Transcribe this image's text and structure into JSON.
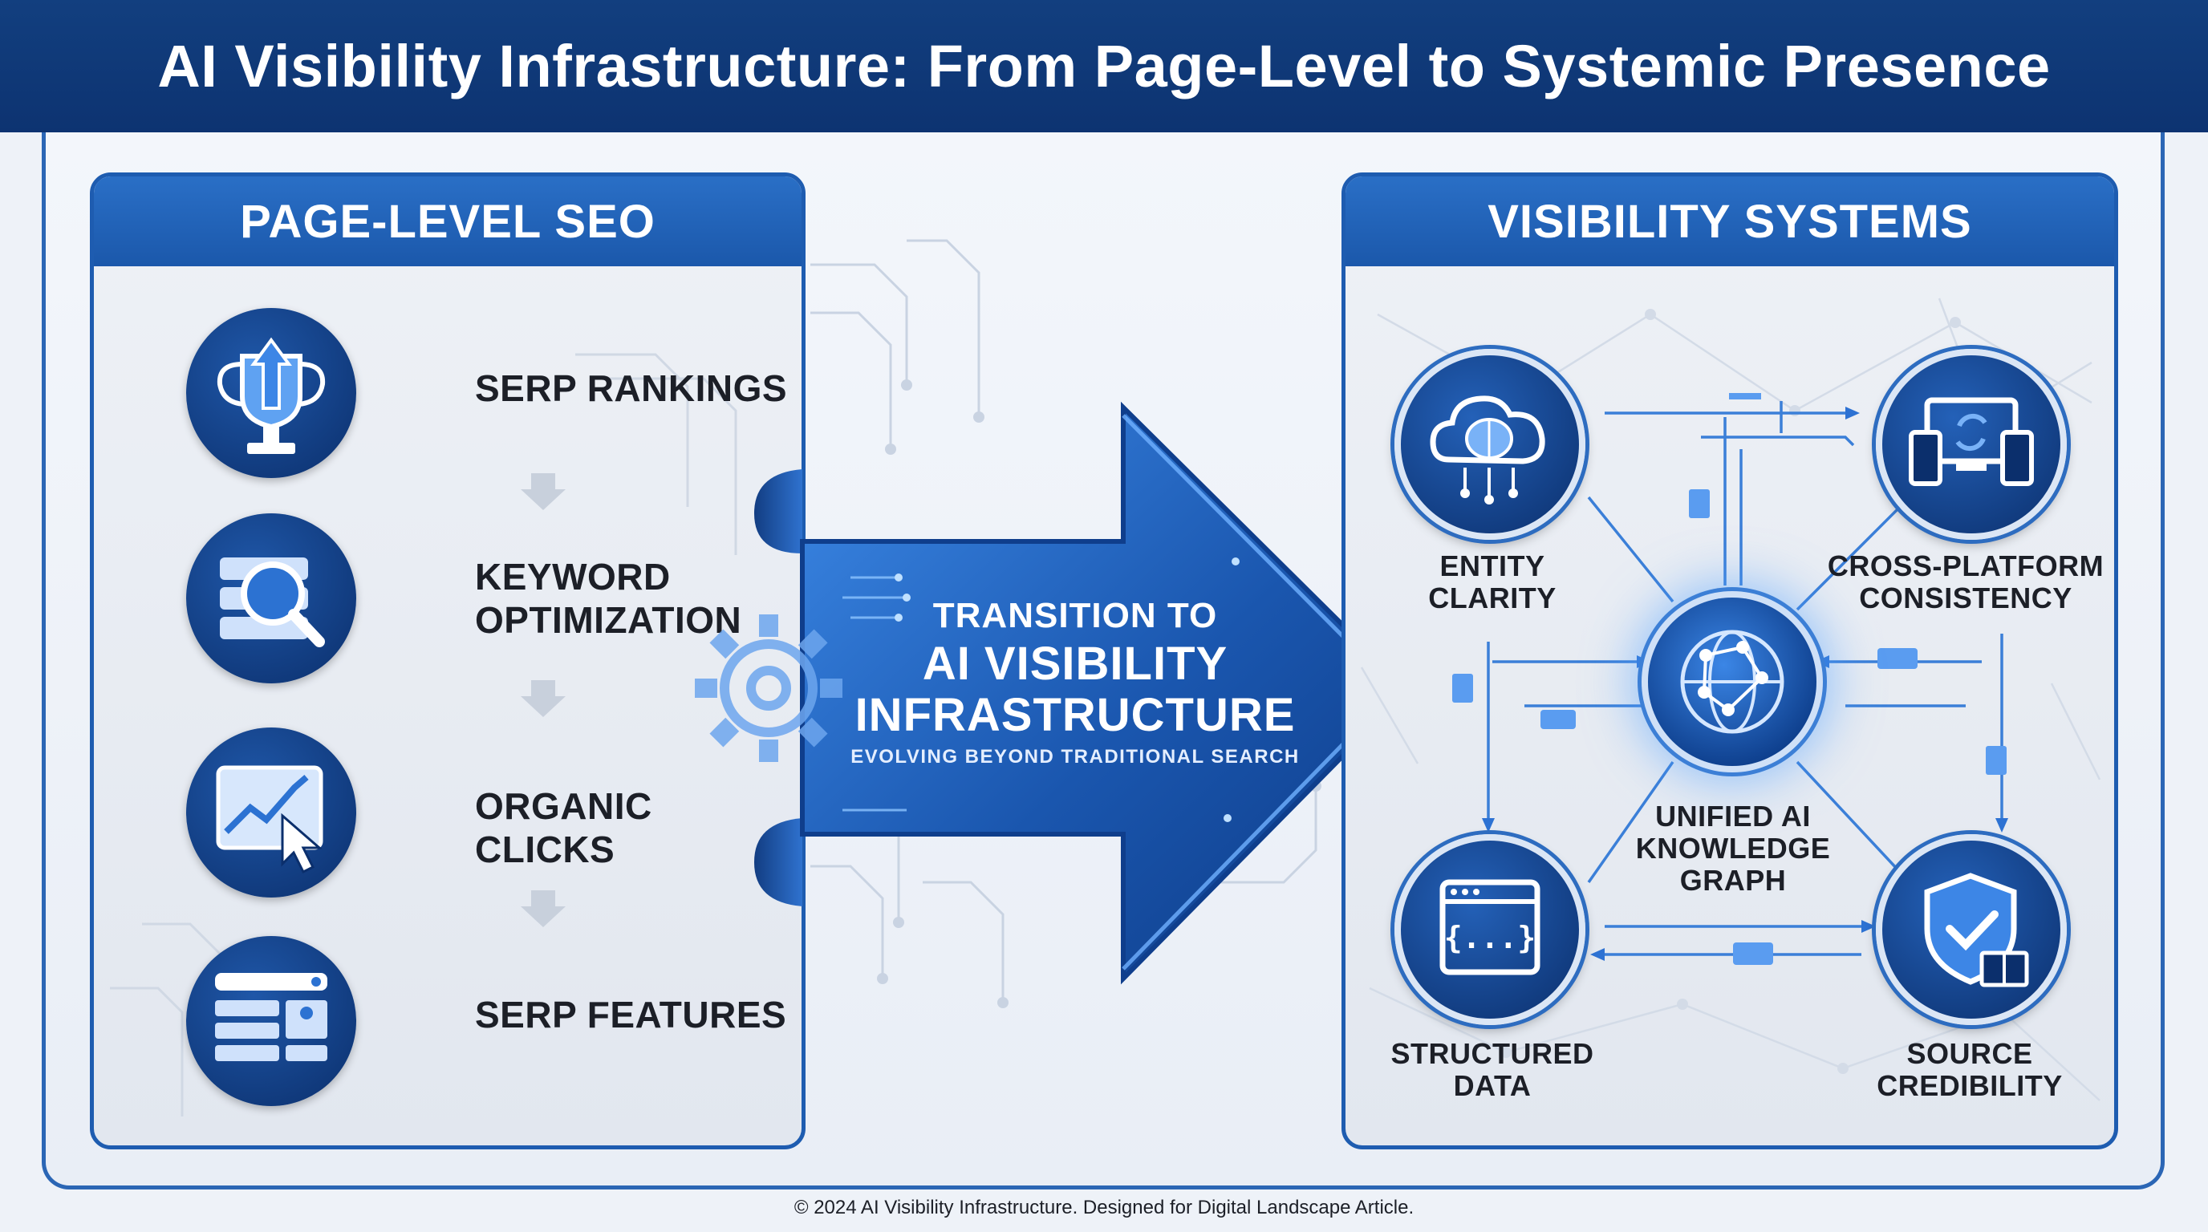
{
  "title": "AI Visibility Infrastructure: From Page-Level to Systemic Presence",
  "left_panel": {
    "title": "PAGE-LEVEL SEO",
    "items": [
      {
        "label": "SERP RANKINGS",
        "icon": "trophy-icon"
      },
      {
        "label": "KEYWORD\nOPTIMIZATION",
        "icon": "keyword-search-icon"
      },
      {
        "label": "ORGANIC CLICKS",
        "icon": "chart-cursor-icon"
      },
      {
        "label": "SERP FEATURES",
        "icon": "search-results-icon"
      }
    ]
  },
  "transition": {
    "line1": "TRANSITION TO",
    "line2": "AI VISIBILITY",
    "line3": "INFRASTRUCTURE",
    "subtitle": "EVOLVING BEYOND TRADITIONAL SEARCH"
  },
  "right_panel": {
    "title": "VISIBILITY SYSTEMS",
    "hub_label": "UNIFIED AI\nKNOWLEDGE\nGRAPH",
    "nodes": [
      {
        "label": "ENTITY\nCLARITY",
        "icon": "cloud-brain-icon"
      },
      {
        "label": "CROSS-PLATFORM\nCONSISTENCY",
        "icon": "devices-sync-icon"
      },
      {
        "label": "STRUCTURED\nDATA",
        "icon": "code-window-icon"
      },
      {
        "label": "SOURCE\nCREDIBILITY",
        "icon": "shield-book-icon"
      }
    ]
  },
  "footer": "© 2024 AI Visibility Infrastructure. Designed for Digital Landscape Article.",
  "colors": {
    "header": "#123f7f",
    "panel_border": "#1e5cb0",
    "accent": "#2a6fc6",
    "dark_icon_bg": "#0b2f6c"
  }
}
